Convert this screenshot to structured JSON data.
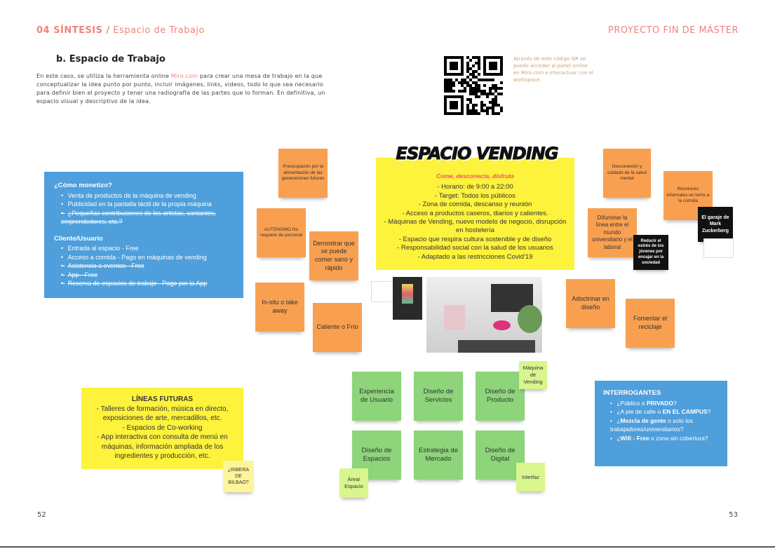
{
  "header": {
    "section": "04 SÍNTESIS /",
    "subsection": "Espacio de Trabajo",
    "right": "PROYECTO FIN DE MÁSTER"
  },
  "heading": "b. Espacio de Trabajo",
  "intro": {
    "before": "En este caso, se utiliza la herramienta online ",
    "link": "Miro.com",
    "after": " para crear una mesa de trabajo en la que conceptualizar la idea punto por punto, incluir imágenes, links, videos, todo lo que sea necesario para definir bien el proyecto y tener una radiografía de las partes que lo forman. En definitiva, un espacio visual y descriptivo de la idea."
  },
  "qr_text": "Através de este código QR se puede acceder al panel online en Miro.com e interactuar con el workspace.",
  "monetize": {
    "title": "¿Cómo monetizo?",
    "items": [
      "Venta de productos de la máquina de vending",
      "Publicidad en la pantalla táctil de la propia máquina",
      "¿Pequeñas contribuciones de los artistas, cantantes, emprendedores, etc.?"
    ],
    "client_title": "Cliente/Usuario",
    "client_items": [
      "Entrada al espacio - Free",
      "Acceso a comida - Pago en máquinas de vending",
      "Asistencia a eventos - Free",
      "App - Free",
      "Reserva de espacios de trabajo - Pago por la App"
    ]
  },
  "main": {
    "title": "ESPACIO VENDING",
    "subtitle": "Come, desconecta, disfruta",
    "lines": [
      "- Horario: de 9:00 a 22:00",
      "- Target: Todos los públicos",
      "- Zona de comida, descanso y reunión",
      "- Acceso a productos caseros, diarios y calientes.",
      "- Máquinas de Vending, nuevo modelo de negocio, disrupción en hostelería",
      "- Espacio que respira cultura sostenible y de diseño",
      "- Responsabilidad social con la salud de los usuarios",
      "- Adaptado a las restricciones Covid'19"
    ]
  },
  "orange": [
    "Preocupación por la alimentación de las generaciones futuras",
    "AUTÓNOMO No requiere de personal",
    "Demostrar que se puede comer sano y rápido",
    "In-situ o take away",
    "Caliente o Frío",
    "Desconexión y cuidado de la salud mental",
    "Reuniones informales en torno a la comida",
    "Difuminar la línea entre el mundo universitario y el laboral",
    "Adoctrinar en diseño",
    "Fomentar el reciclaje"
  ],
  "black": [
    "Reducir el estrés de los jóvenes por encajar en la sociedad",
    "El garaje de Mark Zuckerberg"
  ],
  "green": [
    "Experiencia de Usuario",
    "Diseño de Servicios",
    "Diseño de Producto",
    "Diseño de Espacios",
    "Estrategia de Mercado",
    "Diseño de Digital"
  ],
  "lightgreen": [
    "Máquina de Vending",
    "Área/ Espacio",
    "Interfaz"
  ],
  "lineas": {
    "title": "LÍNEAS FUTURAS",
    "lines": [
      "- Talleres de formación, música en directo, exposiciones de arte, mercadillos, etc.",
      "- Espacios de Co-working",
      "- App interactiva con consulta de menú en máquinas, información ampliada de los ingredientes y producción, etc."
    ]
  },
  "ribera": "¿RIBERA DE BILBAO?",
  "interrogantes": {
    "title": "INTERROGANTES",
    "items": [
      [
        "¿Público o ",
        "PRIVADO",
        "?"
      ],
      [
        "¿A pie de calle o ",
        "EN EL CAMPUS",
        "?"
      ],
      [
        "¿",
        "Mezcla de gente",
        " o solo los trabajadores/universitarios?"
      ],
      [
        "¿",
        "Wifi - Free",
        " o zona sin cobertura?"
      ]
    ]
  },
  "pages": {
    "left": "52",
    "right": "53"
  }
}
